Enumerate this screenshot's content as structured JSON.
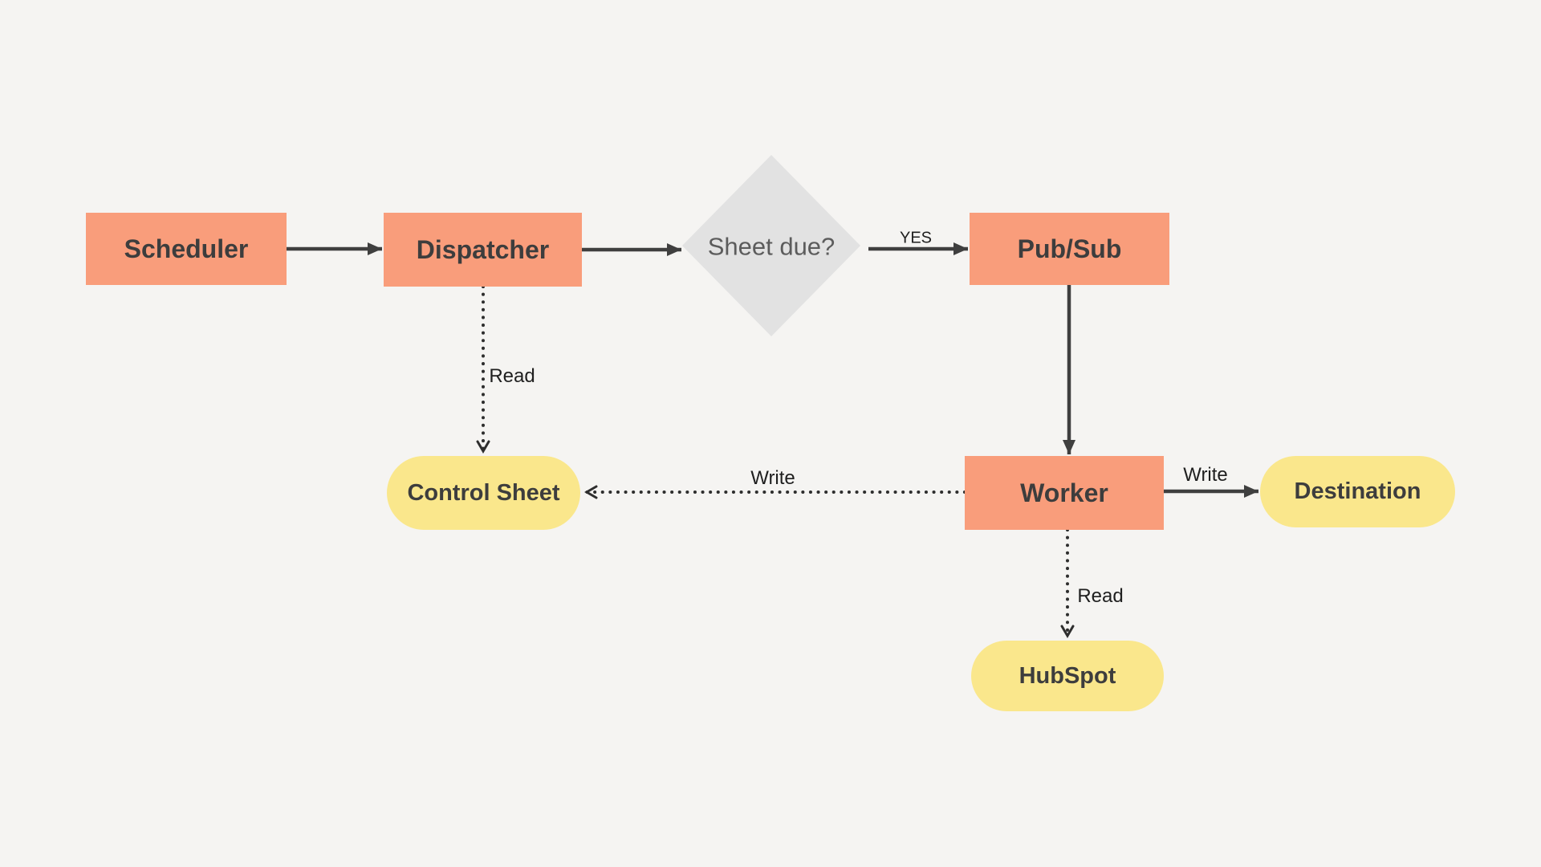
{
  "diagram": {
    "title": "Scheduler / Dispatcher / Worker pipeline flowchart",
    "nodes": {
      "scheduler": {
        "label": "Scheduler",
        "shape": "rectangle",
        "fill": "#f99d7b"
      },
      "dispatcher": {
        "label": "Dispatcher",
        "shape": "rectangle",
        "fill": "#f99d7b"
      },
      "decision": {
        "label": "Sheet due?",
        "shape": "diamond",
        "fill": "#e2e2e2"
      },
      "pubsub": {
        "label": "Pub/Sub",
        "shape": "rectangle",
        "fill": "#f99d7b"
      },
      "worker": {
        "label": "Worker",
        "shape": "rectangle",
        "fill": "#f99d7b"
      },
      "control_sheet": {
        "label": "Control Sheet",
        "shape": "rounded",
        "fill": "#fae78c"
      },
      "destination": {
        "label": "Destination",
        "shape": "rounded",
        "fill": "#fae78c"
      },
      "hubspot": {
        "label": "HubSpot",
        "shape": "rounded",
        "fill": "#fae78c"
      }
    },
    "edges": {
      "scheduler_to_dispatcher": {
        "label": "",
        "style": "solid"
      },
      "dispatcher_to_decision": {
        "label": "",
        "style": "solid"
      },
      "decision_to_pubsub": {
        "label": "YES",
        "style": "solid"
      },
      "pubsub_to_worker": {
        "label": "",
        "style": "solid"
      },
      "worker_to_destination": {
        "label": "Write",
        "style": "solid"
      },
      "worker_to_control_sheet": {
        "label": "Write",
        "style": "dotted"
      },
      "dispatcher_to_control_sheet": {
        "label": "Read",
        "style": "dotted"
      },
      "worker_to_hubspot": {
        "label": "Read",
        "style": "dotted"
      }
    },
    "colors": {
      "background": "#f5f4f2",
      "process_fill": "#f99d7b",
      "datastore_fill": "#fae78c",
      "decision_fill": "#e2e2e2",
      "node_text": "#3d3d3d",
      "decision_text": "#5c5c5c",
      "arrow": "#3f3f3f",
      "edge_label_text": "#1f1f1f"
    }
  }
}
